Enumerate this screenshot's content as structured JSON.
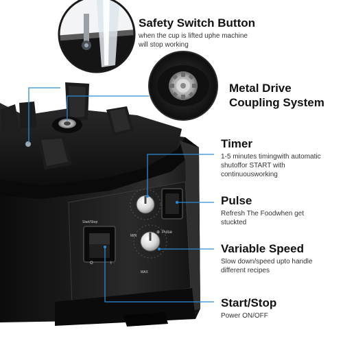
{
  "product": {
    "panel_labels": {
      "start_stop": "Start/Stop",
      "pulse": "Pulse",
      "pulse_symbol": "⊕",
      "max_label": "MAX",
      "low_label": "MIN",
      "switch_on": "I",
      "switch_off": "O"
    }
  },
  "features": {
    "safety": {
      "title": "Safety Switch Button",
      "desc_line1": "when the cup is lifted uphe machine",
      "desc_line2": "will stop working"
    },
    "metal": {
      "title_line1": "Metal Drive",
      "title_line2": "Coupling System"
    },
    "timer": {
      "title": "Timer",
      "desc_line1": "1-5 minutes timingwith automatic",
      "desc_line2": "shutoffor START with",
      "desc_line3": "continuousworking"
    },
    "pulse": {
      "title": "Pulse",
      "desc_line1": "Refresh The Foodwhen get",
      "desc_line2": "stuckted"
    },
    "speed": {
      "title": "Variable Speed",
      "desc_line1": "Slow down/speed upto handle",
      "desc_line2": "different recipes"
    },
    "startstop": {
      "title": "Start/Stop",
      "desc_line1": "Power ON/OFF"
    }
  },
  "colors": {
    "body_black": "#141414",
    "body_highlight": "#3a3a3a",
    "rubber_black": "#1a1a1a",
    "metal": "#c8c8c8",
    "callout_line": "#2b8bd6",
    "text": "#111111"
  }
}
